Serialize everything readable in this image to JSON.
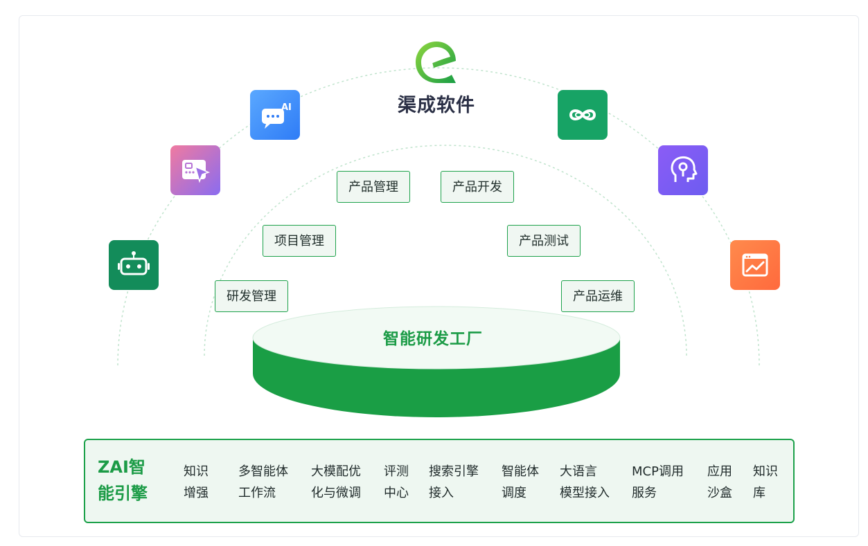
{
  "brand": {
    "name": "渠成软件"
  },
  "apps": [
    {
      "id": "ai-chat",
      "icon": "ai-chat-icon",
      "badge": "AI"
    },
    {
      "id": "visual-select",
      "icon": "cursor-board-icon"
    },
    {
      "id": "robot",
      "icon": "robot-icon"
    },
    {
      "id": "infinity",
      "icon": "infinity-icon"
    },
    {
      "id": "head",
      "icon": "ai-head-icon"
    },
    {
      "id": "chart",
      "icon": "chart-window-icon"
    }
  ],
  "modules": [
    {
      "label": "产品管理"
    },
    {
      "label": "产品开发"
    },
    {
      "label": "项目管理"
    },
    {
      "label": "产品测试"
    },
    {
      "label": "研发管理"
    },
    {
      "label": "产品运维"
    }
  ],
  "platform": {
    "title": "智能研发工厂"
  },
  "engine": {
    "title": "ZAI智能引擎",
    "features": [
      "知识\n增强",
      "多智能体\n工作流",
      "大模配优\n化与微调",
      "评测\n中心",
      "搜索引擎\n接入",
      "智能体\n调度",
      "大语言\n模型接入",
      "MCP调用\n服务",
      "应用\n沙盒",
      "知识\n库"
    ]
  },
  "colors": {
    "accent": "#1ca14a",
    "disk_top": "#f2faf4",
    "disk_side": "#1a9e45"
  }
}
